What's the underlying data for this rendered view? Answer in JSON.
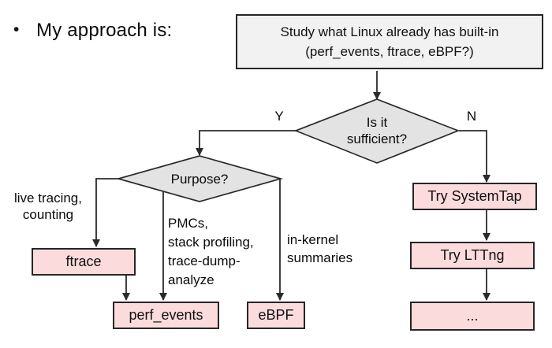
{
  "slide": {
    "bullet": "•",
    "title": "My approach is:"
  },
  "flowchart": {
    "colors": {
      "process_fill": "#f2f2f2",
      "decision_fill": "#e3e3e3",
      "result_fill": "#fbdbdc",
      "line": "#2a2a2a",
      "text": "#0a0a0a"
    },
    "nodes": {
      "start": "Study what Linux already has built-in\n(perf_events, ftrace, eBPF?)",
      "sufficient": "Is it\nsufficient?",
      "purpose": "Purpose?",
      "ftrace": "ftrace",
      "perf_events": "perf_events",
      "ebpf": "eBPF",
      "systemtap": "Try SystemTap",
      "lttng": "Try LTTng",
      "more": "..."
    },
    "edge_labels": {
      "yes": "Y",
      "no": "N",
      "ftrace_reason": "live tracing,\ncounting",
      "perf_reason": "PMCs,\nstack profiling,\ntrace-dump-\nanalyze",
      "ebpf_reason": "in-kernel\nsummaries"
    }
  }
}
